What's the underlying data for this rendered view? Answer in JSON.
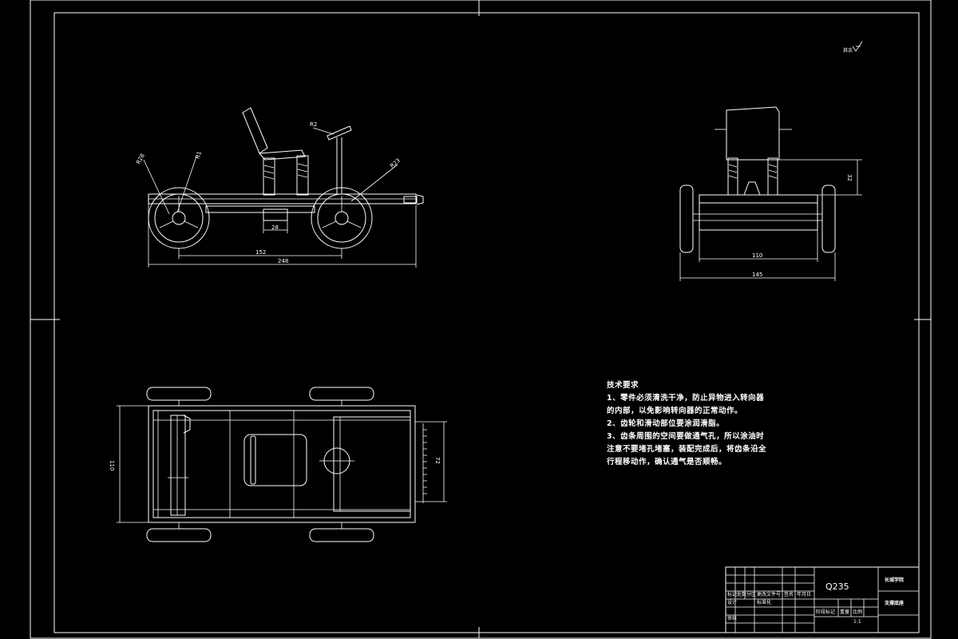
{
  "side_view": {
    "dims": {
      "d_total": "248",
      "d_wheelbase": "152",
      "d_small": "28"
    },
    "radii": {
      "r_left_outer": "R28",
      "r_left_inner": "R1",
      "r_right": "R23",
      "r_handle": "R2"
    }
  },
  "front_view": {
    "dims": {
      "d_track_inner": "110",
      "d_track_outer": "145",
      "d_height": "32"
    }
  },
  "top_view": {
    "dims": {
      "d_width": "110",
      "d_seat": "72"
    }
  },
  "roughness": {
    "label": "其余"
  },
  "technical_notes": {
    "title": "技术要求",
    "items": [
      "1、零件必须清洗干净，防止异物进入转向器的内部，以免影响转向器的正常动作。",
      "2、齿轮和滑动部位要涂润滑脂。",
      "3、齿条周围的空间要做通气孔，所以涂油时注意不要堵孔堵塞，装配完成后，将齿条沿全行程移动作，确认通气是否顺畅。"
    ]
  },
  "title_block": {
    "material": "Q235",
    "school": "长城学院",
    "drawing_name": "支撑底座",
    "scale": "1:1",
    "headers": [
      "标记",
      "处数",
      "分区",
      "更改文件号",
      "签名",
      "年月日"
    ],
    "row_design": "设计",
    "row_standard": "标准化",
    "row_review": "审核",
    "stage_mark": "阶段标记",
    "weight": "重量",
    "ratio": "比例"
  }
}
